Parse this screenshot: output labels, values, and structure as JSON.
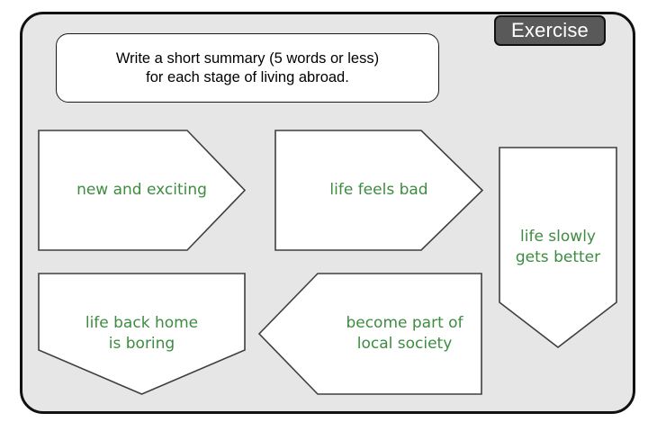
{
  "slide": {
    "background_color": "#ffffff",
    "frame_fill": "#e6e6e6",
    "frame_border_color": "#111111"
  },
  "badge": {
    "label": "Exercise",
    "fill_color": "#595959",
    "text_color": "#ffffff"
  },
  "instruction": {
    "line1": "Write a short summary (5 words or less)",
    "line2": "for each stage of living abroad.",
    "text_color": "#000000"
  },
  "shapes": {
    "text_color": "#3d8c40",
    "fill_color": "#ffffff",
    "border_color": "#3f3f3f",
    "items": [
      {
        "name": "new-and-exciting",
        "direction": "right",
        "line1": "new and exciting",
        "line2": ""
      },
      {
        "name": "life-feels-bad",
        "direction": "right",
        "line1": "life feels bad",
        "line2": ""
      },
      {
        "name": "life-slowly-gets-better",
        "direction": "down",
        "line1": "life slowly",
        "line2": "gets better"
      },
      {
        "name": "life-back-home-is-boring",
        "direction": "down",
        "line1": "life back home",
        "line2": "is boring"
      },
      {
        "name": "become-part-of-local-society",
        "direction": "left",
        "line1": "become part of",
        "line2": "local society"
      }
    ]
  }
}
